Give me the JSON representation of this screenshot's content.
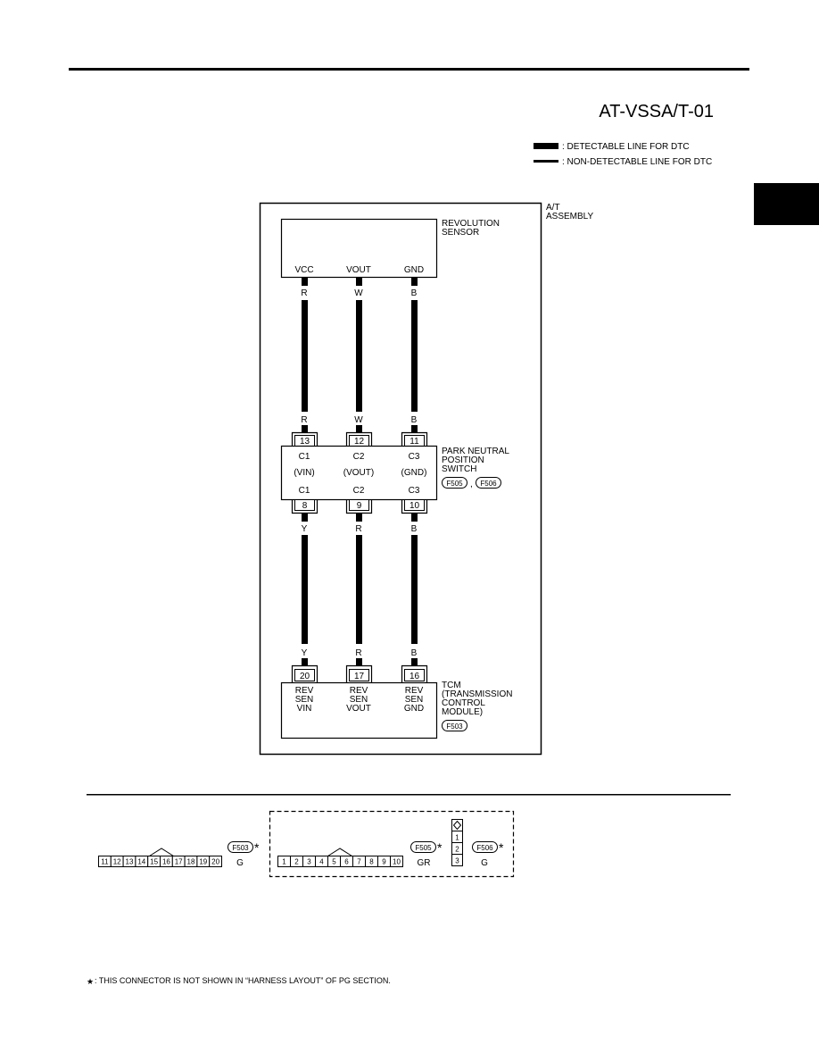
{
  "header": {
    "diagram_id": "AT-VSSA/T-01"
  },
  "legend": {
    "detectable": ": DETECTABLE LINE FOR DTC",
    "non_detectable": ": NON-DETECTABLE LINE FOR DTC"
  },
  "assembly": {
    "line1": "A/T",
    "line2": "ASSEMBLY"
  },
  "revolution_sensor": {
    "line1": "REVOLUTION",
    "line2": "SENSOR",
    "pins": [
      "VCC",
      "VOUT",
      "GND"
    ]
  },
  "wires_upper": {
    "top": [
      "R",
      "W",
      "B"
    ],
    "bottom": [
      "R",
      "W",
      "B"
    ]
  },
  "pnp_switch": {
    "terminals_top": [
      "13",
      "12",
      "11"
    ],
    "c_top": [
      "C1",
      "C2",
      "C3"
    ],
    "signals": [
      "(VIN)",
      "(VOUT)",
      "(GND)"
    ],
    "c_bottom": [
      "C1",
      "C2",
      "C3"
    ],
    "terminals_bottom": [
      "8",
      "9",
      "10"
    ],
    "name1": "PARK NEUTRAL",
    "name2": "POSITION",
    "name3": "SWITCH",
    "connector1": "F505",
    "separator": ",",
    "connector2": "F506"
  },
  "wires_lower": {
    "top": [
      "Y",
      "R",
      "B"
    ],
    "bottom": [
      "Y",
      "R",
      "B"
    ]
  },
  "tcm": {
    "terminals": [
      "20",
      "17",
      "16"
    ],
    "pin_labels": [
      [
        "REV",
        "SEN",
        "VIN"
      ],
      [
        "REV",
        "SEN",
        "VOUT"
      ],
      [
        "REV",
        "SEN",
        "GND"
      ]
    ],
    "name1": "TCM",
    "name2": "(TRANSMISSION",
    "name3": "CONTROL",
    "name4": "MODULE)",
    "connector": "F503"
  },
  "connectors": {
    "f503": {
      "id": "F503",
      "color": "G",
      "star": "*",
      "pins": [
        "11",
        "12",
        "13",
        "14",
        "15",
        "16",
        "17",
        "18",
        "19",
        "20"
      ]
    },
    "f505": {
      "id": "F505",
      "color": "GR",
      "star": "*",
      "pins": [
        "1",
        "2",
        "3",
        "4",
        "5",
        "6",
        "7",
        "8",
        "9",
        "10"
      ]
    },
    "f506": {
      "id": "F506",
      "color": "G",
      "star": "*",
      "pins": [
        "1",
        "2",
        "3"
      ]
    }
  },
  "footnote": {
    "star": "★",
    "text": ": THIS CONNECTOR IS NOT SHOWN IN “HARNESS LAYOUT” OF PG SECTION."
  }
}
